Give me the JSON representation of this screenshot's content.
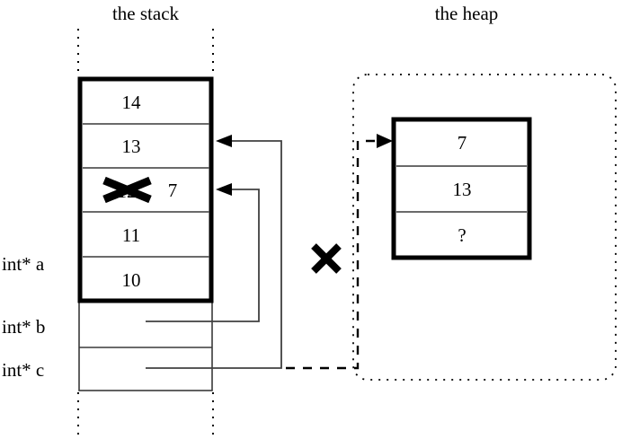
{
  "figure": {
    "kind": "memory-diagram",
    "stack_title": "the stack",
    "heap_title": "the heap"
  },
  "stack": {
    "title": "the stack",
    "frame_cells": [
      {
        "value": "14"
      },
      {
        "value": "13"
      },
      {
        "value": "12",
        "struck": true,
        "revised_value": "7"
      },
      {
        "value": "11"
      },
      {
        "value": "10"
      }
    ],
    "variables": [
      {
        "label": "int* a",
        "cell_value": "10"
      },
      {
        "label": "int* b",
        "cell_value": ""
      },
      {
        "label": "int* c",
        "cell_value": ""
      }
    ]
  },
  "heap": {
    "title": "the heap",
    "cells": [
      {
        "value": "7"
      },
      {
        "value": "13"
      },
      {
        "value": "?"
      }
    ]
  },
  "annotations": {
    "struck_value": "12",
    "written_value": "7",
    "invalidated_pointer_mark": "X",
    "unknown_value": "?"
  },
  "colors": {
    "ink": "#000000",
    "thin_rule": "#3a3a3a",
    "pointer": "#404040",
    "background": "#ffffff"
  }
}
